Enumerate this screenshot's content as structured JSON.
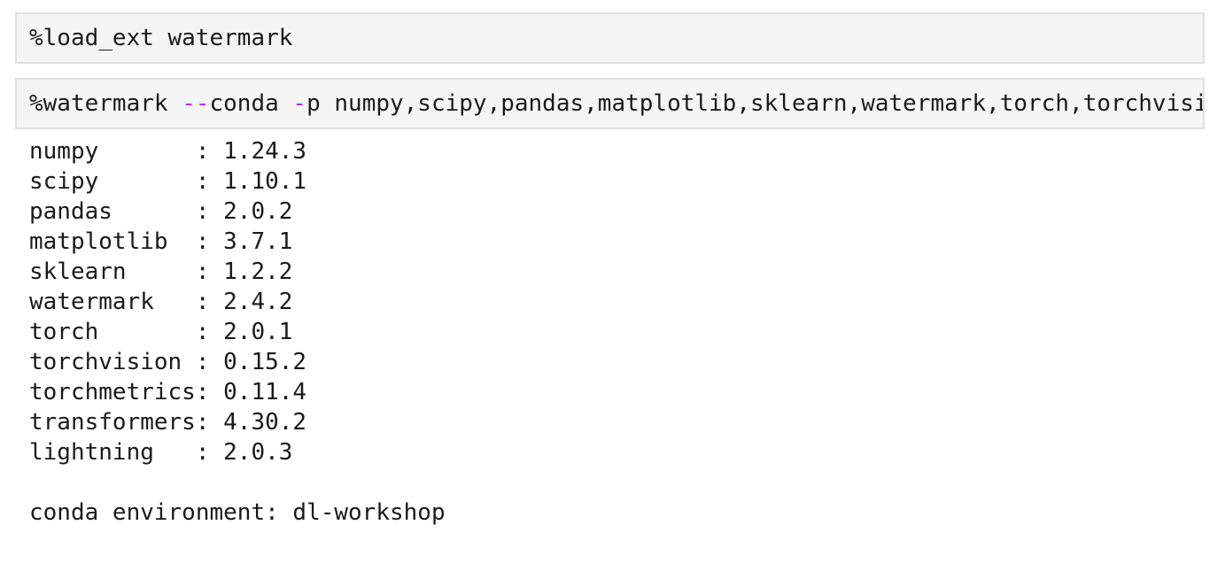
{
  "colors": {
    "page_background": "#ffffff",
    "cell_background": "#f5f5f5",
    "cell_border": "#e0e0e0",
    "code_text": "#1a1a1a",
    "operator_text": "#aa33e8"
  },
  "cells": [
    {
      "type": "code-input",
      "tokens": [
        {
          "text": "%load_ext watermark",
          "style": "plain"
        }
      ]
    },
    {
      "type": "code-input",
      "tokens": [
        {
          "text": "%watermark ",
          "style": "plain"
        },
        {
          "text": "--",
          "style": "operator"
        },
        {
          "text": "conda ",
          "style": "plain"
        },
        {
          "text": "-",
          "style": "operator"
        },
        {
          "text": "p numpy,scipy,pandas,matplotlib,sklearn,watermark,torch,torchvisi",
          "style": "plain"
        }
      ]
    }
  ],
  "output": {
    "packages": [
      {
        "name": "numpy",
        "version": "1.24.3"
      },
      {
        "name": "scipy",
        "version": "1.10.1"
      },
      {
        "name": "pandas",
        "version": "2.0.2"
      },
      {
        "name": "matplotlib",
        "version": "3.7.1"
      },
      {
        "name": "sklearn",
        "version": "1.2.2"
      },
      {
        "name": "watermark",
        "version": "2.4.2"
      },
      {
        "name": "torch",
        "version": "2.0.1"
      },
      {
        "name": "torchvision",
        "version": "0.15.2"
      },
      {
        "name": "torchmetrics",
        "version": "0.11.4"
      },
      {
        "name": "transformers",
        "version": "4.30.2"
      },
      {
        "name": "lightning",
        "version": "2.0.3"
      }
    ],
    "name_column_width": 12,
    "conda_environment_line": "conda environment: dl-workshop"
  }
}
